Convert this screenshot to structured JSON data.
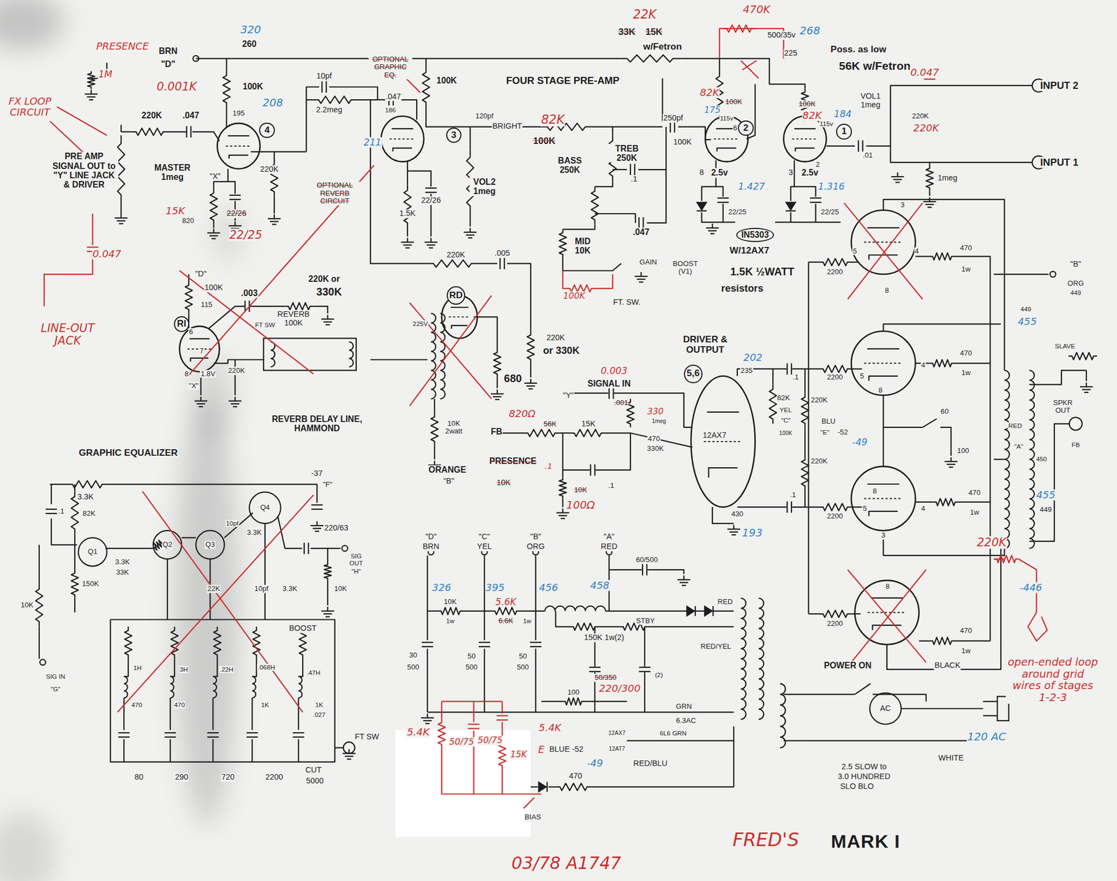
{
  "diagram": {
    "nodes": [
      {
        "text": [
          "4"
        ]
      },
      {
        "text": [
          "3"
        ]
      },
      {
        "text": [
          "2"
        ]
      },
      {
        "text": [
          "1"
        ]
      },
      {
        "text": [
          "5,6"
        ]
      },
      {
        "text": [
          "RI"
        ]
      },
      {
        "text": [
          "RD"
        ]
      },
      {
        "text": [
          "IN5303"
        ]
      }
    ],
    "labels": [
      "PRESENCE",
      "320",
      "260",
      "BRN",
      "\"D\"",
      "22K",
      "33K",
      "15K",
      "w/Fetron",
      "470K",
      "500/35v",
      "268",
      "225",
      "Poss. as low",
      "56K w/Fetron",
      "0.047",
      "INPUT 2",
      "INPUT 1",
      "1M",
      "0.001K",
      "FX LOOP CIRCUIT",
      "PRE AMP SIGNAL OUT to \"Y\" LINE JACK & DRIVER",
      "220K",
      ".047",
      "100K",
      "208",
      "195",
      "MASTER 1meg",
      "\"X\"",
      "220K",
      "15K",
      "820",
      "22/26",
      "22/25",
      "0.047",
      "LINE-OUT JACK",
      "10pf",
      "2.2meg",
      "OPTIONAL GRAPHIC EQ.",
      "100K",
      "FOUR STAGE PRE-AMP",
      ".047",
      "186",
      "211",
      "1.5K",
      "22/26",
      "120pf",
      "BRIGHT",
      "82K",
      "100K",
      "VOL2 1meg",
      "TREB 250K",
      "250pf",
      "100K",
      "BASS 250K",
      ".1",
      "MID 10K",
      ".047",
      "GAIN",
      "BOOST (V1)",
      "100K",
      "FT. SW.",
      "OPTIONAL REVERB CIRCUIT",
      "82K",
      "100K",
      "175",
      "115v",
      "6",
      "100K",
      "82K",
      "184",
      "115v",
      "VOL1 1meg",
      "220K",
      "220K",
      ".01",
      "1meg",
      "8",
      "2.5v",
      "1.427",
      "3",
      "2.5v",
      "1.316",
      "2",
      "22/25",
      "22/25",
      "W/12AX7",
      "1.5K ½WATT",
      "resistors",
      "220K",
      ".005",
      "\"D\"",
      "100K",
      ".003",
      "115",
      "220K or",
      "330K",
      "REVERB 100K",
      "FT SW",
      "6",
      "7",
      "8",
      "1.8V",
      "\"X\"",
      "220K",
      "REVERB DELAY LINE, HAMMOND",
      "225V",
      "10K 2watt",
      "ORANGE",
      "\"B\"",
      "680",
      "220K",
      "or 330K",
      "DRIVER & OUTPUT",
      "202",
      "235",
      "0.003",
      "SIGNAL IN",
      ".001",
      "\"Y\"",
      "820Ω",
      "56K",
      "FB",
      "15K",
      "330",
      "1meg",
      "470",
      "330K",
      "PRESENCE",
      "10K",
      ".1",
      "10K",
      ".1",
      "100Ω",
      "12AX7",
      "430",
      "193",
      ".1",
      "2200",
      "82K",
      "220K",
      "YEL",
      "\"C\"",
      "BLU",
      "\"E\"",
      "-52",
      "-49",
      "100K",
      "220K",
      ".1",
      "2200",
      "2200",
      "5",
      "3",
      "4",
      "8",
      "470",
      "1w",
      "5",
      "4",
      "8",
      "470",
      "1w",
      "8",
      "5",
      "4",
      "3",
      "470",
      "1w",
      "8",
      "2200",
      "470",
      "1w",
      "60",
      "100",
      "\"B\"",
      "ORG",
      "449",
      "449",
      "455",
      "SLAVE",
      "SPKR OUT",
      "FB",
      "RED",
      "\"A\"",
      "450",
      "455",
      "449",
      "220K",
      "-446",
      "open-ended loop around grid wires of stages 1-2-3",
      "GRAPHIC EQUALIZER",
      "3.3K",
      "-37",
      "\"F\"",
      "220/63",
      ".1",
      "82K",
      "Q1",
      "Q2",
      "Q3",
      "Q4",
      "10pf",
      "3.3K",
      "3.3K",
      "33K",
      "150K",
      "22K",
      "10pf",
      "3.3K",
      "10K",
      "SIG OUT",
      "\"H\"",
      "10K",
      "SIG IN",
      "\"G\"",
      "BOOST",
      "1H",
      "470",
      "3H",
      "470",
      ".22H",
      ".068H",
      "1K",
      ".47H",
      "1K",
      ".027",
      "FT SW",
      "80",
      "290",
      "720",
      "2200",
      "CUT",
      "5000",
      "\"D\"",
      "BRN",
      "\"C\"",
      "YEL",
      "\"B\"",
      "ORG",
      "\"A\"",
      "RED",
      "326",
      "395",
      "456",
      "458",
      "10K",
      "1w",
      "5.6K",
      "6.6K",
      "1w",
      "60/500",
      "STBY",
      "RED",
      "RED/YEL",
      "150K 1w(2)",
      "50/350",
      "220/300",
      "(2)",
      "30",
      "500",
      "50",
      "500",
      "50",
      "500",
      "100",
      "GRN",
      "6.3AC",
      "12AX7",
      "12AT7",
      "6L6 GRN",
      "5.4K",
      "5.4K",
      "50/75",
      "50/75",
      "15K",
      "E",
      "BLUE -52",
      "-49",
      "RED/BLU",
      "470",
      "BIAS",
      "POWER ON",
      "BLACK",
      "AC",
      "120 AC",
      "WHITE",
      "2.5 SLOW to",
      "3.0 HUNDRED",
      "SLO BLO",
      "03/78 A1747",
      "FRED'S",
      "MARK I"
    ]
  }
}
